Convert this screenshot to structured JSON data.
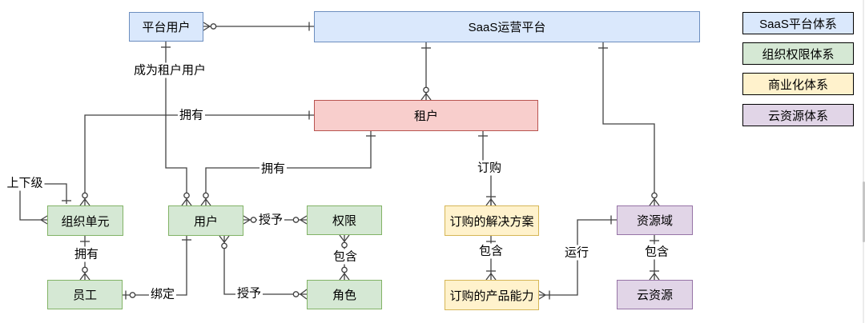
{
  "colors": {
    "saas_fill": "#dae8fc",
    "saas_border": "#6c8ebf",
    "tenant_fill": "#f8cecc",
    "tenant_border": "#b85450",
    "org_fill": "#d5e8d4",
    "org_border": "#82b366",
    "commerce_fill": "#fff2cc",
    "commerce_border": "#d6b656",
    "cloud_fill": "#e1d5e7",
    "cloud_border": "#9673a6",
    "edge_stroke": "#424242"
  },
  "diagram": {
    "nodes": {
      "platform_user": {
        "label": "平台用户"
      },
      "saas_platform": {
        "label": "SaaS运营平台"
      },
      "tenant": {
        "label": "租户"
      },
      "org_unit": {
        "label": "组织单元"
      },
      "user": {
        "label": "用户"
      },
      "permission": {
        "label": "权限"
      },
      "employee": {
        "label": "员工"
      },
      "role": {
        "label": "角色"
      },
      "subscribed_solution": {
        "label": "订购的解决方案"
      },
      "subscribed_capability": {
        "label": "订购的产品能力"
      },
      "resource_domain": {
        "label": "资源域"
      },
      "cloud_resource": {
        "label": "云资源"
      }
    },
    "edge_labels": {
      "become_tenant_user": "成为租户用户",
      "own_org_unit": "拥有",
      "own_user": "拥有",
      "own_employee": "拥有",
      "hierarchy": "上下级",
      "bind": "绑定",
      "grant_permission": "授予",
      "grant_role": "授予",
      "contain_role": "包含",
      "subscribe": "订购",
      "contain_capability": "包含",
      "run": "运行",
      "contain_cloud_resource": "包含"
    }
  },
  "legend": {
    "items": [
      {
        "id": "saas",
        "label": "SaaS平台体系"
      },
      {
        "id": "org",
        "label": "组织权限体系"
      },
      {
        "id": "commerce",
        "label": "商业化体系"
      },
      {
        "id": "cloud",
        "label": "云资源体系"
      }
    ]
  }
}
